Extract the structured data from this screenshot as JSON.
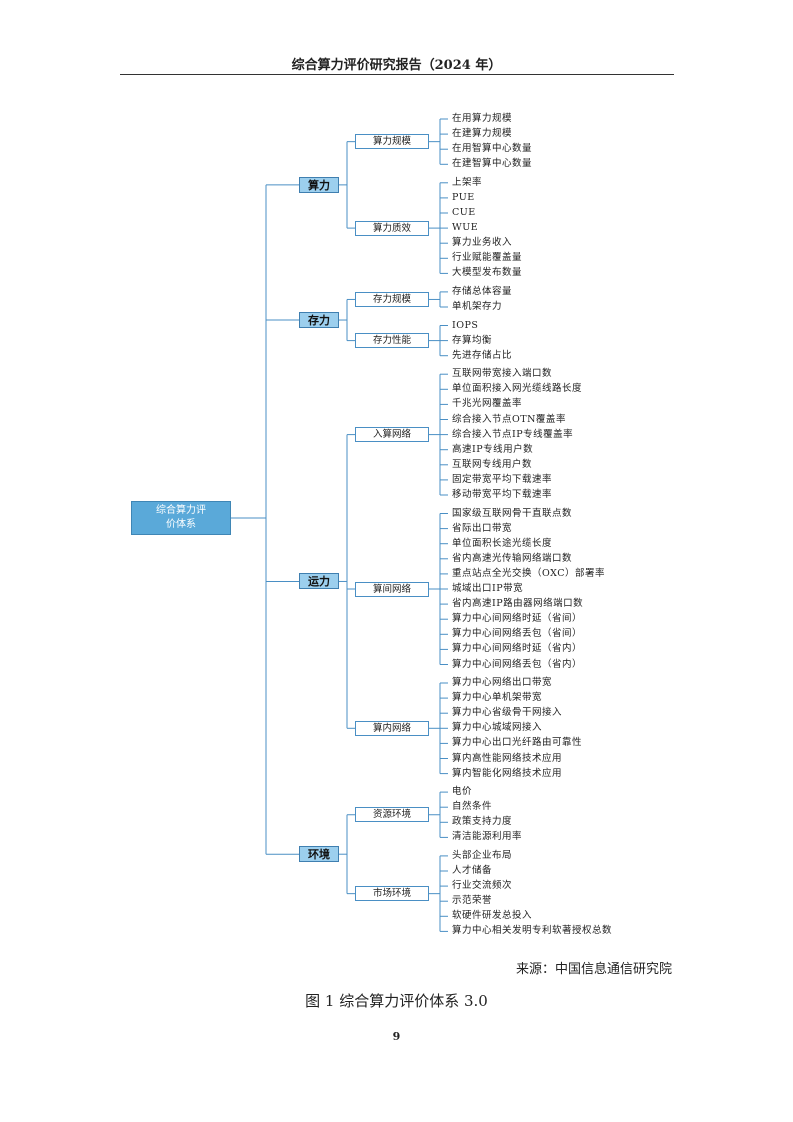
{
  "header": {
    "title": "综合算力评价研究报告（2024 年）"
  },
  "diagram": {
    "root": "综合算力评价体系",
    "dimensions": [
      {
        "label": "算力",
        "groups": [
          {
            "label": "算力规模",
            "items": [
              "在用算力规模",
              "在建算力规模",
              "在用智算中心数量",
              "在建智算中心数量"
            ]
          },
          {
            "label": "算力质效",
            "items": [
              "上架率",
              "PUE",
              "CUE",
              "WUE",
              "算力业务收入",
              "行业赋能覆盖量",
              "大模型发布数量"
            ]
          }
        ]
      },
      {
        "label": "存力",
        "groups": [
          {
            "label": "存力规模",
            "items": [
              "存储总体容量",
              "单机架存力"
            ]
          },
          {
            "label": "存力性能",
            "items": [
              "IOPS",
              "存算均衡",
              "先进存储占比"
            ]
          }
        ]
      },
      {
        "label": "运力",
        "groups": [
          {
            "label": "入算网络",
            "items": [
              "互联网带宽接入端口数",
              "单位面积接入网光缆线路长度",
              "千兆光网覆盖率",
              "综合接入节点OTN覆盖率",
              "综合接入节点IP专线覆盖率",
              "高速IP专线用户数",
              "互联网专线用户数",
              "固定带宽平均下载速率",
              "移动带宽平均下载速率"
            ]
          },
          {
            "label": "算间网络",
            "items": [
              "国家级互联网骨干直联点数",
              "省际出口带宽",
              "单位面积长途光缆长度",
              "省内高速光传输网络端口数",
              "重点站点全光交换（OXC）部署率",
              "城域出口IP带宽",
              "省内高速IP路由器网络端口数",
              "算力中心间网络时延（省间）",
              "算力中心间网络丢包（省间）",
              "算力中心间网络时延（省内）",
              "算力中心间网络丢包（省内）"
            ]
          },
          {
            "label": "算内网络",
            "items": [
              "算力中心网络出口带宽",
              "算力中心单机架带宽",
              "算力中心省级骨干网接入",
              "算力中心城域网接入",
              "算力中心出口光纤路由可靠性",
              "算内高性能网络技术应用",
              "算内智能化网络技术应用"
            ]
          }
        ]
      },
      {
        "label": "环境",
        "groups": [
          {
            "label": "资源环境",
            "items": [
              "电价",
              "自然条件",
              "政策支持力度",
              "清洁能源利用率"
            ]
          },
          {
            "label": "市场环境",
            "items": [
              "头部企业布局",
              "人才储备",
              "行业交流频次",
              "示范荣誉",
              "软硬件研发总投入",
              "算力中心相关发明专利软著授权总数"
            ]
          }
        ]
      }
    ]
  },
  "source": "来源：中国信息通信研究院",
  "caption": "图 1  综合算力评价体系 3.0",
  "page_number": "9",
  "colors": {
    "line": "#4a8fc4",
    "root_fill": "#5aa9d9",
    "dimension_fill": "#9ccfee",
    "group_border": "#4a8fc4"
  }
}
